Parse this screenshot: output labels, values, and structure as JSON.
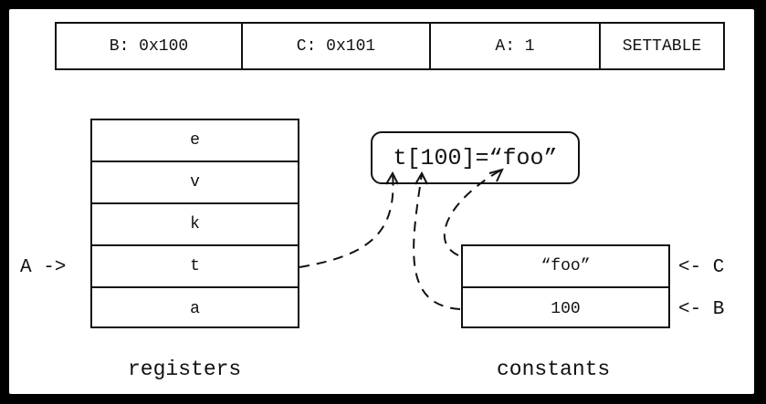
{
  "instruction": {
    "fields": [
      {
        "text": "B: 0x100"
      },
      {
        "text": "C: 0x101"
      },
      {
        "text": "A: 1"
      },
      {
        "text": "SETTABLE"
      }
    ]
  },
  "registers": {
    "caption": "registers",
    "rows": [
      "e",
      "v",
      "k",
      "t",
      "a"
    ],
    "pointer_label": "A ->"
  },
  "constants": {
    "caption": "constants",
    "rows": [
      "“foo”",
      "100"
    ],
    "pointer_labels": [
      "<- C",
      "<- B"
    ]
  },
  "expression": "t[100]=“foo”"
}
